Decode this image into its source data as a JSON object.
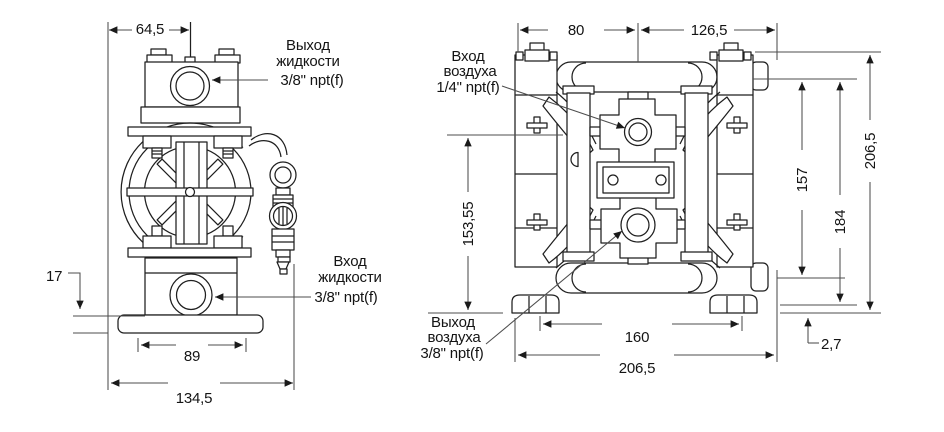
{
  "drawing_title": "Diaphragm pump dimensional drawing",
  "colors": {
    "background": "#ffffff",
    "body_line": "#1f1f1f",
    "dim_line": "#4d4d4d",
    "text": "#141414"
  },
  "front_view": {
    "dims": {
      "top_offset": "64,5",
      "base_height": "17",
      "base_inner_width": "89",
      "overall_width": "134,5"
    },
    "ports": {
      "fluid_outlet": {
        "lines": [
          "Выход",
          "жидкости",
          "3/8\" npt(f)"
        ]
      },
      "fluid_inlet": {
        "lines": [
          "Вход",
          "жидкости",
          "3/8\" npt(f)"
        ]
      }
    }
  },
  "side_view": {
    "dims": {
      "center_to_left": "80",
      "center_to_right": "126,5",
      "clamp_height": "157",
      "body_height": "184",
      "overall_height": "206,5",
      "air_inlet_height": "153,55",
      "feet_span": "160",
      "overall_width": "206,5",
      "foot_pad": "2,7"
    },
    "ports": {
      "air_inlet": {
        "lines": [
          "Вход",
          "воздуха",
          "1/4\" npt(f)"
        ]
      },
      "air_outlet": {
        "lines": [
          "Выход",
          "воздуха",
          "3/8\" npt(f)"
        ]
      }
    }
  }
}
